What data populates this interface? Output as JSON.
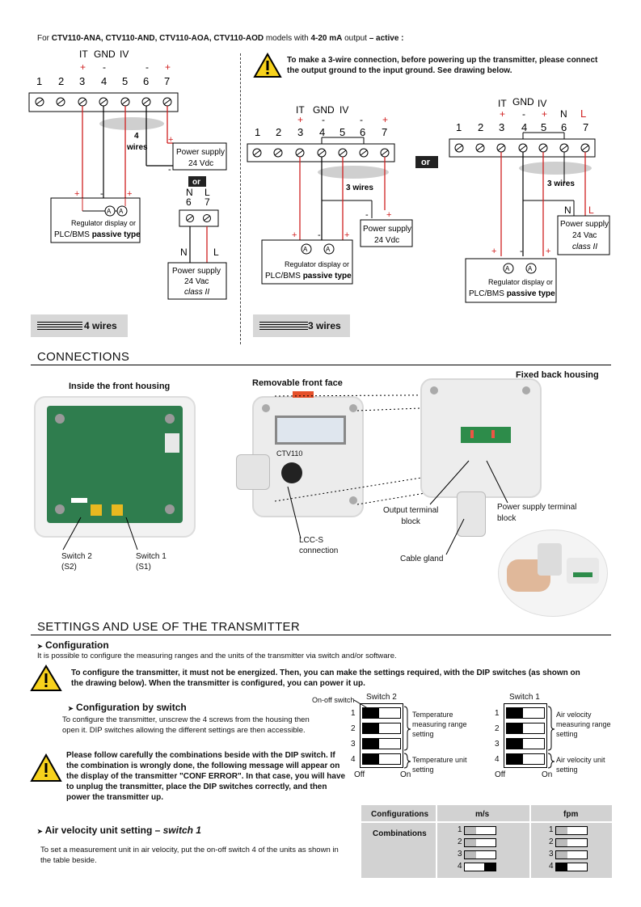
{
  "header": {
    "intro_prefix": "For ",
    "models": "CTV110-ANA, CTV110-AND, CTV110-AOA, CTV110-AOD",
    "intro_mid": " models with ",
    "output": "4-20 mA",
    "intro_out": " output ",
    "active": "– active :"
  },
  "wiring4": {
    "term_labels": [
      "IT",
      "GND",
      "IV"
    ],
    "signs": [
      "+",
      "-",
      "-",
      "+"
    ],
    "numbers": [
      "1",
      "2",
      "3",
      "4",
      "5",
      "6",
      "7"
    ],
    "wires_n": "4",
    "wires_word": "wires",
    "psu_line1": "Power supply",
    "psu_line2": "24 Vdc",
    "or": "or",
    "nl": [
      "N",
      "L"
    ],
    "nl_nums": [
      "6",
      "7"
    ],
    "n": "N",
    "l": "L",
    "psu2_line1": "Power supply",
    "psu2_line2": "24 Vac",
    "psu2_line3": "class II",
    "reg_line1": "Regulator display or",
    "reg_line2a": "PLC/BMS ",
    "reg_line2b": "passive type",
    "caption": "4 wires"
  },
  "wiring3": {
    "notice": "To make a 3-wire connection, before powering up the transmitter, please connect the output ground to the input ground. See drawing below.",
    "term_labels": [
      "IT",
      "GND",
      "IV"
    ],
    "numbers": [
      "1",
      "2",
      "3",
      "4",
      "5",
      "6",
      "7"
    ],
    "wires": "3 wires",
    "psu_line1": "Power supply",
    "psu_line2": "24 Vdc",
    "or": "or",
    "psu2_line1": "Power supply",
    "psu2_line2": "24 Vac",
    "psu2_line3": "class II",
    "n": "N",
    "l": "L",
    "reg_line1": "Regulator display or",
    "reg_line2a": "PLC/BMS ",
    "reg_line2b": "passive type",
    "caption": "3 wires"
  },
  "connections": {
    "title": "CONNECTIONS",
    "inside": "Inside the front housing",
    "removable": "Removable front face",
    "fixed": "Fixed back housing",
    "switch2_a": "Switch 2",
    "switch2_b": "(S2)",
    "switch1_a": "Switch 1",
    "switch1_b": "(S1)",
    "lcc_a": "LCC-S",
    "lcc_b": "connection",
    "output_a": "Output terminal",
    "output_b": "block",
    "power_a": "Power supply terminal",
    "power_b": "block",
    "gland": "Cable gland",
    "lcd_brand": "CTV110"
  },
  "settings": {
    "title": "SETTINGS AND USE OF THE TRANSMITTER",
    "config_title": "Configuration",
    "config_text": "It is possible to configure the measuring ranges and the units of the transmitter via switch and/or software.",
    "warning1": "To configure the transmitter, it must not be energized. Then, you can make the settings required, with the DIP switches (as shown on the drawing below). When the transmitter is configured, you can power it up.",
    "by_switch_title": "Configuration by switch",
    "by_switch_text": "To configure the transmitter, unscrew the 4 screws from the housing then open it. DIP switches allowing the different settings are  then accessible.",
    "warning2": "Please follow carefully the combinations beside with the DIP switch. If the combination is wrongly done, the following message will appear on the display of the transmitter \"CONF ERROR\". In that case, you will have to unplug the transmitter, place the DIP switches correctly, and then power the transmitter up.",
    "air_unit_title": "Air velocity unit setting – ",
    "air_unit_switch": "switch 1",
    "air_unit_text": "To set a measurement unit in air velocity, put the on-off switch 4 of the units as shown in the table beside."
  },
  "dip": {
    "onoff": "On-off switch",
    "switch2": "Switch 2",
    "switch1": "Switch 1",
    "nums": [
      "1",
      "2",
      "3",
      "4"
    ],
    "off": "Off",
    "on": "On",
    "s2_label1": "Temperature measuring range setting",
    "s2_label2": "Temperature unit setting",
    "s1_label1": "Air velocity measuring range setting",
    "s1_label2": "Air velocity unit setting"
  },
  "unit_table": {
    "headers": [
      "Configurations",
      "m/s",
      "fpm"
    ],
    "row_label": "Combinations",
    "nums": [
      "1",
      "2",
      "3",
      "4"
    ]
  }
}
